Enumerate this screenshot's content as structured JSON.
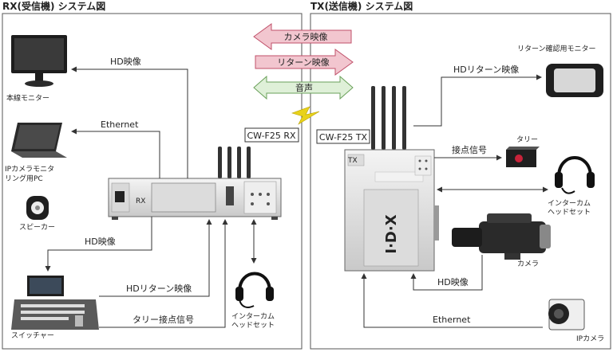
{
  "rx": {
    "title": "RX(受信機) システム図",
    "device_label": "CW-F25 RX",
    "monitor_label": "本線モニター",
    "pc_label_line1": "IPカメラモニタ",
    "pc_label_line2": "リング用PC",
    "speaker_label": "スピーカー",
    "switcher_label": "スイッチャー",
    "intercom_line1": "インターカム",
    "intercom_line2": "ヘッドセット",
    "arrow_hd_video_top": "HD映像",
    "arrow_ethernet": "Ethernet",
    "arrow_hd_video_switcher": "HD映像",
    "arrow_hd_return": "HDリターン映像",
    "arrow_tally": "タリー接点信号",
    "panel_rx_text": "RX"
  },
  "center": {
    "camera_video": "カメラ映像",
    "return_video": "リターン映像",
    "audio": "音声"
  },
  "tx": {
    "title": "TX(送信機) システム図",
    "device_label": "CW-F25 TX",
    "return_monitor_label": "リターン確認用モニター",
    "arrow_hd_return": "HDリターン映像",
    "arrow_contact": "接点信号",
    "tally_label": "タリー",
    "intercom_line1": "インターカム",
    "intercom_line2": "ヘッドセット",
    "camera_label": "カメラ",
    "arrow_hd_video": "HD映像",
    "arrow_ethernet": "Ethernet",
    "ipcamera_label": "IPカメラ",
    "panel_tx_text": "TX",
    "panel_logo": "I·D·X"
  },
  "colors": {
    "frame": "#555555",
    "arrow_pink": "#f2c6cf",
    "arrow_pink_stroke": "#c0506a",
    "arrow_green": "#dff0d8",
    "arrow_green_stroke": "#6aa05a",
    "lightning": "#e8d21a",
    "device_body": "#e6e6e6",
    "dark": "#2a2a2a"
  }
}
